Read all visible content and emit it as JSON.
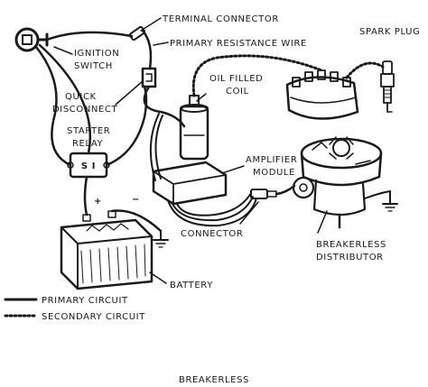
{
  "labels": {
    "terminal_connector": "TERMINAL CONNECTOR",
    "ignition": "IGNITION",
    "switch": "SWITCH",
    "primary_resistance_wire": "PRIMARY RESISTANCE WIRE",
    "spark_plug": "SPARK PLUG",
    "oil_filled": "OIL FILLED",
    "coil": "COIL",
    "quick": "QUICK",
    "disconnect": "DISCONNECT",
    "starter": "STARTER",
    "relay": "RELAY",
    "relay_mark": "S I",
    "amplifier": "AMPLIFIER",
    "module": "MODULE",
    "connector": "CONNECTOR",
    "breakerless": "BREAKERLESS",
    "distributor": "DISTRIBUTOR",
    "battery": "BATTERY",
    "plus": "+",
    "minus": "−"
  },
  "legend": {
    "primary": "PRIMARY CIRCUIT",
    "secondary": "SECONDARY CIRCUIT"
  },
  "caption": "BREAKERLESS"
}
